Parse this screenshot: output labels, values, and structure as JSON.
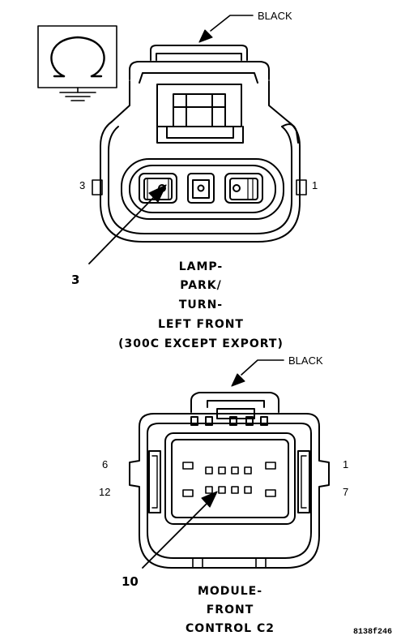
{
  "connector1": {
    "color_label": "BLACK",
    "pin_left": "3",
    "pin_right": "1",
    "callout": "3",
    "title_lines": [
      "LAMP-",
      "PARK/",
      "TURN-",
      "LEFT FRONT",
      "(300C EXCEPT EXPORT)"
    ]
  },
  "connector2": {
    "color_label": "BLACK",
    "pin_top_left": "6",
    "pin_bottom_left": "12",
    "pin_top_right": "1",
    "pin_bottom_right": "7",
    "callout": "10",
    "title_lines": [
      "MODULE-",
      "FRONT",
      "CONTROL C2"
    ]
  },
  "figure_code": "8138f246",
  "ground_symbol": "ground-icon",
  "colors": {
    "line": "#000000",
    "background": "#ffffff"
  }
}
